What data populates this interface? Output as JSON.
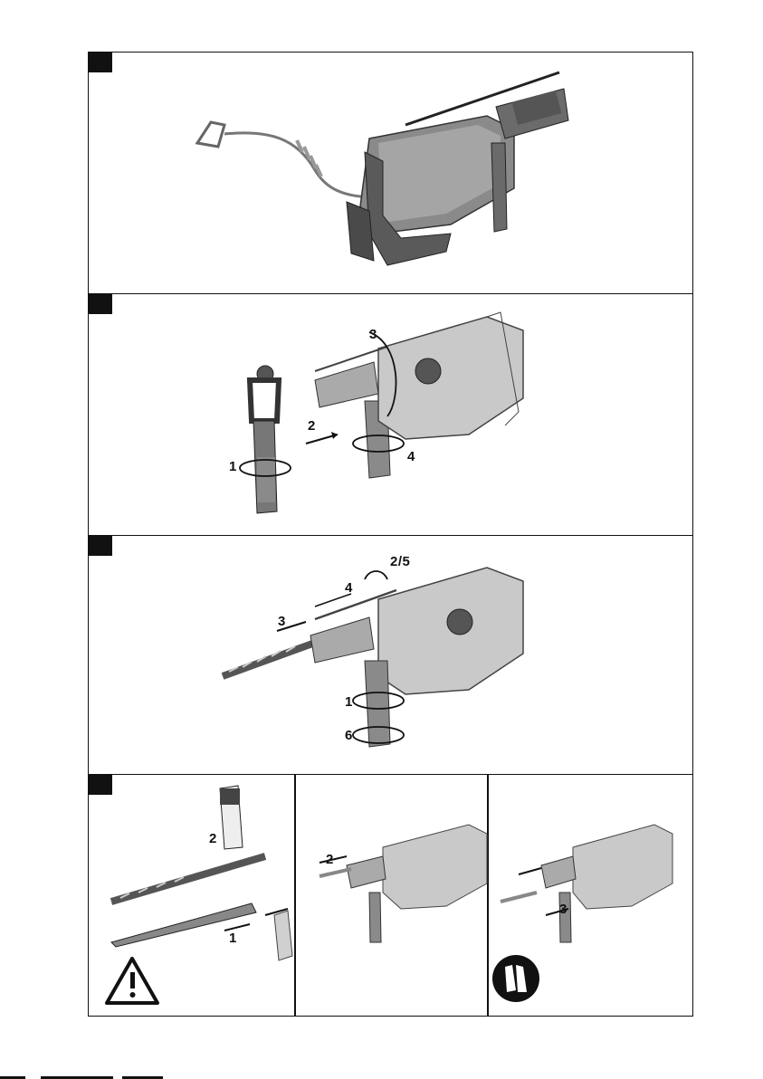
{
  "panels": [
    {
      "labels": []
    },
    {
      "labels": [
        "3",
        "2",
        "4",
        "1"
      ]
    },
    {
      "labels": [
        "2/5",
        "4",
        "3",
        "1",
        "6"
      ]
    },
    {
      "labels": [
        "2",
        "1",
        "2",
        "3"
      ]
    }
  ],
  "icons": {
    "warning": "warning-triangle-icon",
    "gloves": "gloves-icon"
  },
  "colors": {
    "line": "#111111",
    "tool_gray": "#8a8a8a",
    "tool_light": "#c9c9c9",
    "tool_dark": "#4a4a4a"
  }
}
